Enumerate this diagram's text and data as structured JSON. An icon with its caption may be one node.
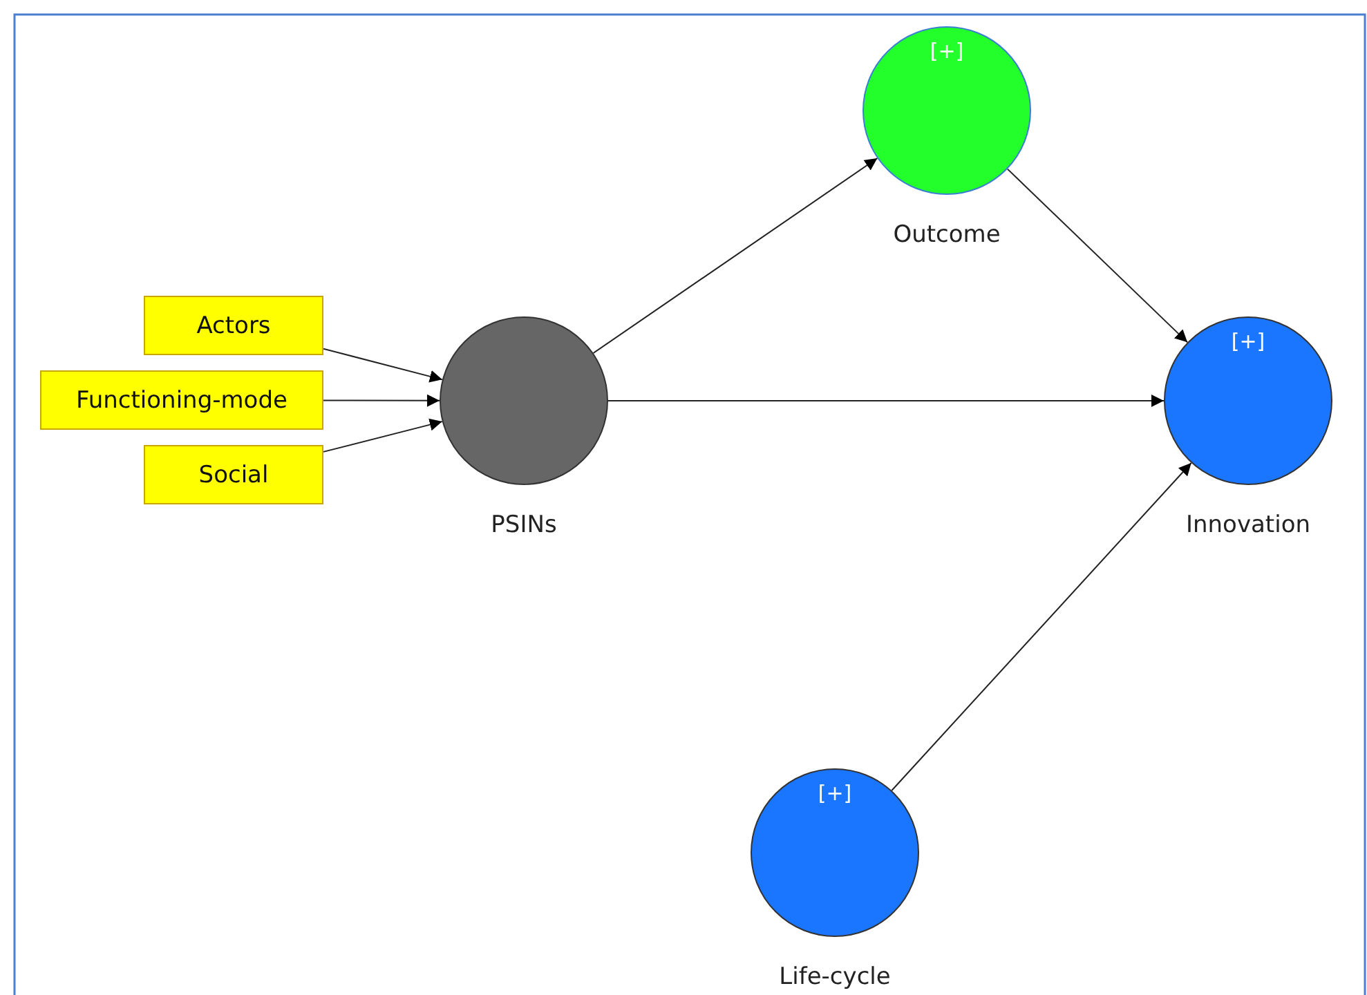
{
  "diagram": {
    "nodes": [
      {
        "text": [
          "Actors"
        ]
      },
      {
        "text": [
          "Functioning-mode"
        ]
      },
      {
        "text": [
          "Social"
        ]
      },
      {
        "text": [
          "PSINs"
        ]
      },
      {
        "text": [
          "[+]",
          "Outcome"
        ]
      },
      {
        "text": [
          "[+]",
          "Innovation"
        ]
      },
      {
        "text": [
          "[+]",
          "Life-cycle"
        ]
      }
    ],
    "edges": [
      {
        "from": 0,
        "to": 3,
        "arrow": "to"
      },
      {
        "from": 1,
        "to": 3,
        "arrow": "to"
      },
      {
        "from": 2,
        "to": 3,
        "arrow": "to"
      },
      {
        "from": 3,
        "to": 4,
        "arrow": "to"
      },
      {
        "from": 3,
        "to": 5,
        "arrow": "to"
      },
      {
        "from": 4,
        "to": 5,
        "arrow": "to"
      },
      {
        "from": 6,
        "to": 5,
        "arrow": "to"
      }
    ]
  }
}
